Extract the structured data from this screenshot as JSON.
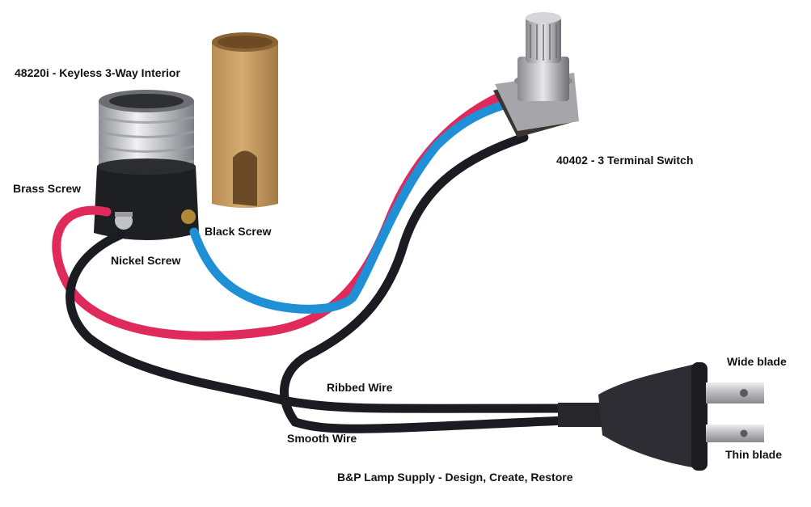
{
  "labels": {
    "socket_interior": "48220i - Keyless 3-Way Interior",
    "brass_screw": "Brass Screw",
    "black_screw": "Black Screw",
    "nickel_screw": "Nickel Screw",
    "switch": "40402 - 3 Terminal Switch",
    "ribbed_wire": "Ribbed Wire",
    "smooth_wire": "Smooth Wire",
    "wide_blade": "Wide blade",
    "thin_blade": "Thin blade",
    "footer": "B&P Lamp Supply - Design, Create, Restore"
  },
  "colors": {
    "red_wire": "#e02a5b",
    "blue_wire": "#1f8fd6",
    "black_wire": "#1b1b22",
    "cardboard": "#c49a5e",
    "metal": "#c8c8cc"
  }
}
